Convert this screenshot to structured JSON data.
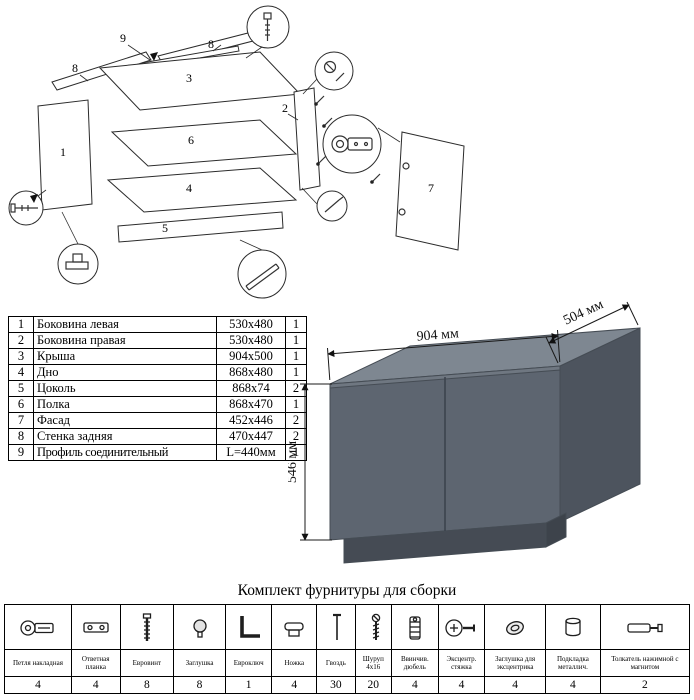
{
  "exploded": {
    "labels": {
      "l1": "1",
      "l2": "2",
      "l3": "3",
      "l4": "4",
      "l5": "5",
      "l6": "6",
      "l7": "7",
      "l8a": "8",
      "l8b": "8",
      "l9": "9"
    }
  },
  "parts": {
    "rows": [
      {
        "num": "1",
        "name": "Боковина левая",
        "size": "530x480",
        "qty": "1"
      },
      {
        "num": "2",
        "name": "Боковина правая",
        "size": "530x480",
        "qty": "1"
      },
      {
        "num": "3",
        "name": "Крыша",
        "size": "904x500",
        "qty": "1"
      },
      {
        "num": "4",
        "name": "Дно",
        "size": "868x480",
        "qty": "1"
      },
      {
        "num": "5",
        "name": "Цоколь",
        "size": "868x74",
        "qty": "2"
      },
      {
        "num": "6",
        "name": "Полка",
        "size": "868x470",
        "qty": "1"
      },
      {
        "num": "7",
        "name": "Фасад",
        "size": "452x446",
        "qty": "2"
      },
      {
        "num": "8",
        "name": "Стенка задняя",
        "size": "470x447",
        "qty": "2"
      },
      {
        "num": "9",
        "name": "Профиль соединительный",
        "size": "L=440мм",
        "qty": "1"
      }
    ]
  },
  "cabinet": {
    "width_label": "904 мм",
    "depth_label": "504 мм",
    "height_label": "546 мм",
    "body_color": "#5d6570",
    "top_color": "#7e8791",
    "side_color": "#4d545e"
  },
  "hardware": {
    "title": "Комплект фурнитуры для сборки",
    "items": [
      {
        "name": "Петля накладная",
        "qty": "4",
        "icon": "hinge-icon"
      },
      {
        "name": "Ответная планка",
        "qty": "4",
        "icon": "strike-plate-icon"
      },
      {
        "name": "Евровинт",
        "qty": "8",
        "icon": "confirmat-screw-icon"
      },
      {
        "name": "Заглушка",
        "qty": "8",
        "icon": "cap-icon"
      },
      {
        "name": "Евроключ",
        "qty": "1",
        "icon": "hex-key-icon"
      },
      {
        "name": "Ножка",
        "qty": "4",
        "icon": "foot-icon"
      },
      {
        "name": "Гвоздь",
        "qty": "30",
        "icon": "nail-icon"
      },
      {
        "name": "Шуруп 4x16",
        "qty": "20",
        "icon": "screw-icon"
      },
      {
        "name": "Ввинчив. дюбель",
        "qty": "4",
        "icon": "screw-in-dowel-icon"
      },
      {
        "name": "Эксцентр. стяжка",
        "qty": "4",
        "icon": "cam-lock-icon"
      },
      {
        "name": "Заглушка для эксцентрика",
        "qty": "4",
        "icon": "cam-cap-icon"
      },
      {
        "name": "Подкладка металлич.",
        "qty": "4",
        "icon": "metal-pad-icon"
      },
      {
        "name": "Толкатель нажимной с магнитом",
        "qty": "2",
        "icon": "push-latch-icon"
      }
    ]
  }
}
